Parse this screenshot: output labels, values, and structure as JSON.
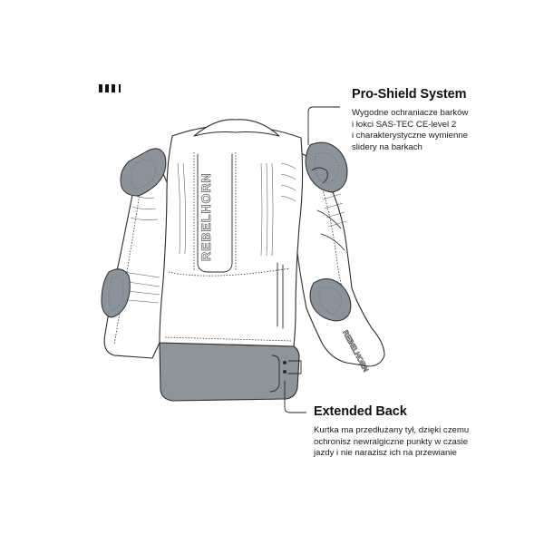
{
  "features": [
    {
      "id": "pro-shield",
      "title": "Pro-Shield System",
      "description": "Wygodne ochraniacze barków\ni łokci SAS-TEC CE-level 2\ni charakterystyczne wymienne\nslidery na barkach"
    },
    {
      "id": "extended-back",
      "title": "Extended Back",
      "description": "Kurtka ma przedłużany tył, dzięki czemu\nochronisz newralgiczne punkty w czasie\njazdy i nie narazisz ich na przewianie"
    }
  ],
  "jacket": {
    "back_brand": "REBELHORN",
    "sleeve_brand": "REBELHORN"
  },
  "colors": {
    "armor": "#8a939b",
    "outline": "#2b2b2b",
    "background": "#ffffff"
  }
}
